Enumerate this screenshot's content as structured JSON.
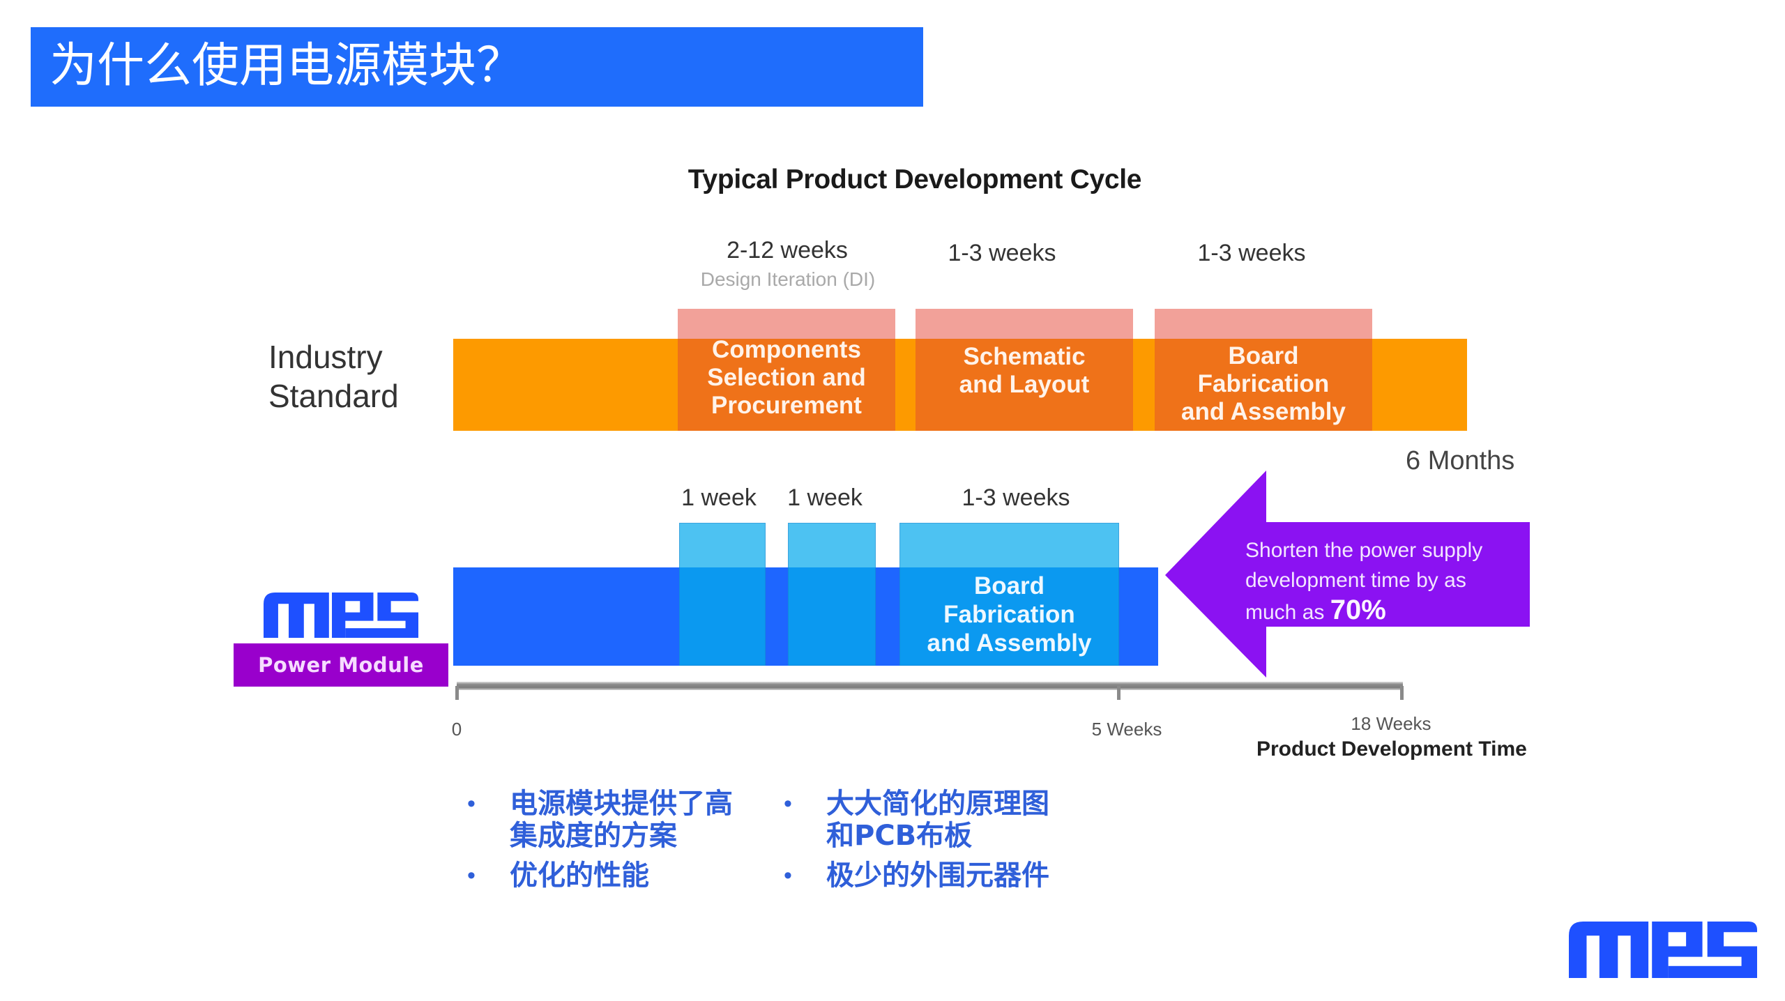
{
  "slide": {
    "title": "为什么使用电源模块？"
  },
  "diagram": {
    "title": "Typical Product Development Cycle",
    "rows": [
      {
        "label_lines": [
          "Industry",
          "Standard"
        ],
        "total_label": "6 Months",
        "stages": [
          {
            "duration": "2-12 weeks",
            "note": "Design Iteration (DI)",
            "name_lines": [
              "Components",
              "Selection and",
              "Procurement"
            ]
          },
          {
            "duration": "1-3 weeks",
            "name_lines": [
              "Schematic",
              "and Layout"
            ]
          },
          {
            "duration": "1-3 weeks",
            "name_lines": [
              "Board",
              "Fabrication",
              "and Assembly"
            ]
          }
        ]
      },
      {
        "label_logo": "mps-logo",
        "label_badge": "Power Module",
        "stages": [
          {
            "duration": "1 week"
          },
          {
            "duration": "1 week"
          },
          {
            "duration": "1-3 weeks",
            "name_lines": [
              "Board",
              "Fabrication",
              "and Assembly"
            ]
          }
        ]
      }
    ],
    "callout": {
      "lines": [
        "Shorten the power supply",
        "development time by as",
        "much as "
      ],
      "highlight": "70%",
      "icon": "left-arrow"
    },
    "axis": {
      "ticks": [
        "0",
        "5 Weeks",
        "18 Weeks"
      ],
      "tick_values_weeks": [
        0,
        5,
        18
      ],
      "label": "Product Development Time"
    }
  },
  "bullets": {
    "bullet_char": "•",
    "columns": [
      [
        "电源模块提供了高集成度的方案",
        "优化的性能"
      ],
      [
        "大大简化的原理图和PCB布板",
        "极少的外围元器件"
      ]
    ]
  },
  "footer": {
    "logo": "mps-logo"
  },
  "colors": {
    "title_bar": "#1f6dfc",
    "industry_bar": "#fd9a00",
    "industry_stage": "#ef7219",
    "industry_stage_cap": "#f2a199",
    "mps_bar": "#1e66ff",
    "mps_stage": "#0b99f0",
    "mps_stage_cap": "#4dc2f2",
    "callout": "#8b12f2",
    "badge": "#9900cc",
    "bullet_text": "#2f5fd9",
    "logo": "#1e50ff"
  }
}
